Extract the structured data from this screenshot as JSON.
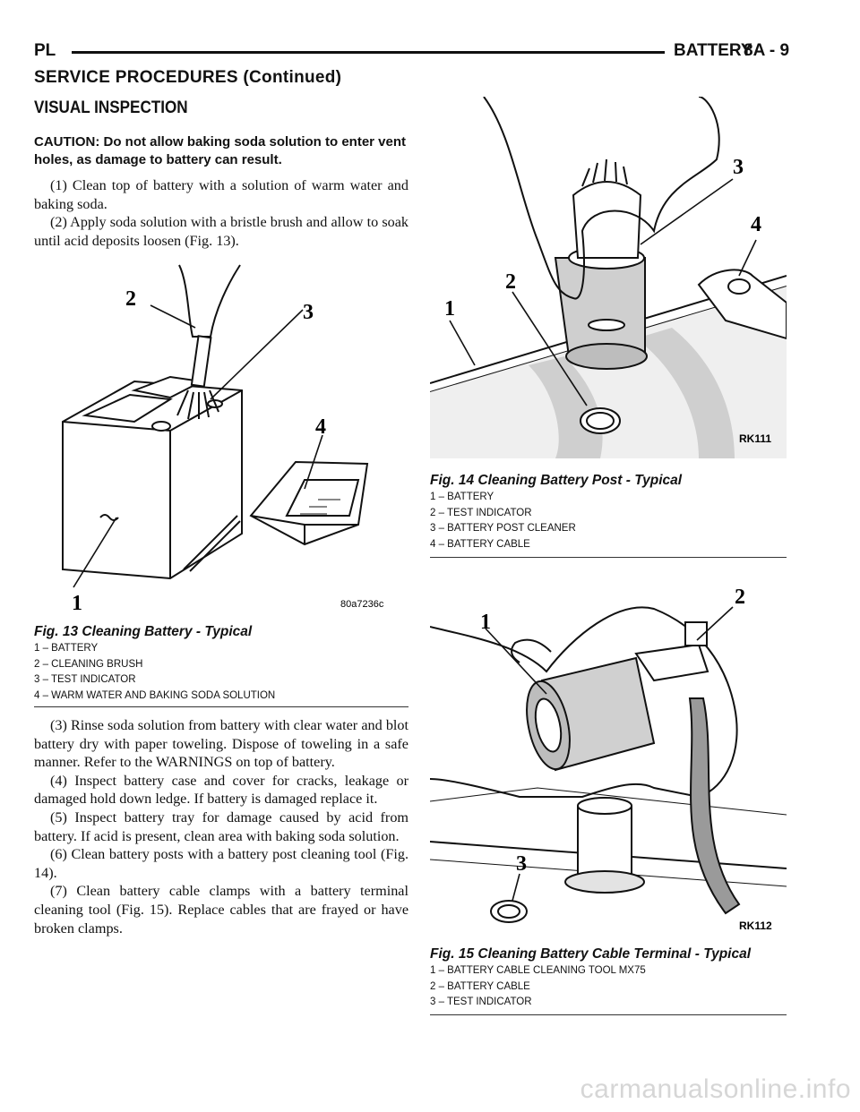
{
  "header": {
    "left": "PL",
    "right_title": "BATTERY",
    "page_number": "8A - 9"
  },
  "section_title": "SERVICE PROCEDURES (Continued)",
  "subsection_title": "VISUAL INSPECTION",
  "caution": "CAUTION: Do not allow baking soda solution to enter vent holes, as damage to battery can result.",
  "paragraphs_top": [
    "(1) Clean top of battery with a solution of warm water and baking soda.",
    "(2) Apply soda solution with a bristle brush and allow to soak until acid deposits loosen (Fig. 13)."
  ],
  "paragraphs_bottom": [
    "(3) Rinse soda solution from battery with clear water and blot battery dry with paper toweling. Dispose of toweling in a safe manner. Refer to the WARNINGS on top of battery.",
    "(4) Inspect battery case and cover for cracks, leakage or damaged hold down ledge. If battery is damaged replace it.",
    "(5) Inspect battery tray for damage caused by acid from battery. If acid is present, clean area with baking soda solution.",
    "(6) Clean battery posts with a battery post cleaning tool (Fig. 14).",
    "(7) Clean battery cable clamps with a battery terminal cleaning tool (Fig. 15). Replace cables that are frayed or have broken clamps."
  ],
  "figures": {
    "fig13": {
      "code": "80a7236c",
      "caption": "Fig. 13 Cleaning Battery - Typical",
      "callouts": [
        "1",
        "2",
        "3",
        "4"
      ],
      "legend": [
        "1 – BATTERY",
        "2 – CLEANING BRUSH",
        "3 – TEST INDICATOR",
        "4 – WARM WATER AND BAKING SODA SOLUTION"
      ]
    },
    "fig14": {
      "code": "RK111",
      "caption": "Fig. 14 Cleaning Battery Post - Typical",
      "callouts": [
        "1",
        "2",
        "3",
        "4"
      ],
      "legend": [
        "1 – BATTERY",
        "2 – TEST INDICATOR",
        "3 – BATTERY POST CLEANER",
        "4 – BATTERY CABLE"
      ]
    },
    "fig15": {
      "code": "RK112",
      "caption": "Fig. 15 Cleaning Battery Cable Terminal - Typical",
      "callouts": [
        "1",
        "2",
        "3"
      ],
      "legend": [
        "1 – BATTERY CABLE CLEANING TOOL MX75",
        "2 – BATTERY CABLE",
        "3 – TEST INDICATOR"
      ]
    }
  },
  "watermark": "carmanualsonline.info"
}
